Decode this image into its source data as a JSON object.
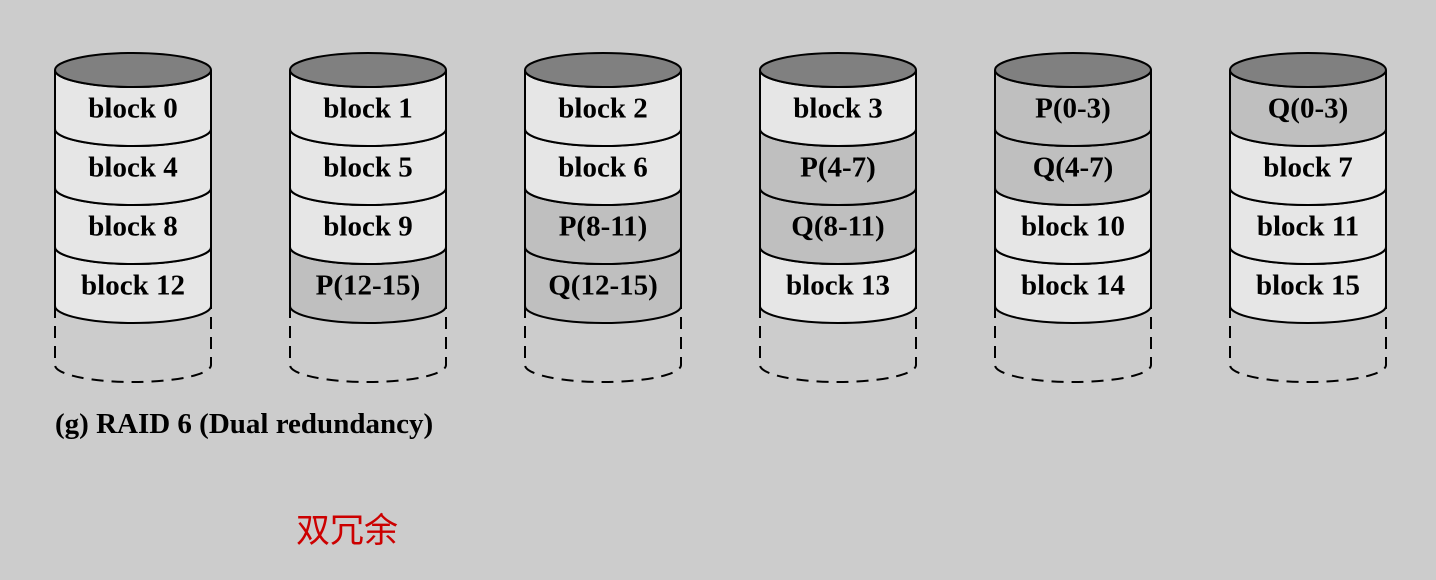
{
  "title": "(g) RAID 6 (Dual redundancy)",
  "note": "双冗余",
  "colors": {
    "background": "#cccccc",
    "data_block": "#e6e6e6",
    "parity_block": "#bfbfbf",
    "disk_top": "#808080",
    "stroke": "#000000",
    "note": "#cc0000"
  },
  "disks": [
    {
      "name": "disk-0",
      "blocks": [
        {
          "label": "block 0",
          "kind": "data"
        },
        {
          "label": "block 4",
          "kind": "data"
        },
        {
          "label": "block 8",
          "kind": "data"
        },
        {
          "label": "block 12",
          "kind": "data"
        }
      ]
    },
    {
      "name": "disk-1",
      "blocks": [
        {
          "label": "block 1",
          "kind": "data"
        },
        {
          "label": "block 5",
          "kind": "data"
        },
        {
          "label": "block 9",
          "kind": "data"
        },
        {
          "label": "P(12-15)",
          "kind": "parity"
        }
      ]
    },
    {
      "name": "disk-2",
      "blocks": [
        {
          "label": "block 2",
          "kind": "data"
        },
        {
          "label": "block 6",
          "kind": "data"
        },
        {
          "label": "P(8-11)",
          "kind": "parity"
        },
        {
          "label": "Q(12-15)",
          "kind": "parity"
        }
      ]
    },
    {
      "name": "disk-3",
      "blocks": [
        {
          "label": "block 3",
          "kind": "data"
        },
        {
          "label": "P(4-7)",
          "kind": "parity"
        },
        {
          "label": "Q(8-11)",
          "kind": "parity"
        },
        {
          "label": "block 13",
          "kind": "data"
        }
      ]
    },
    {
      "name": "disk-4",
      "blocks": [
        {
          "label": "P(0-3)",
          "kind": "parity"
        },
        {
          "label": "Q(4-7)",
          "kind": "parity"
        },
        {
          "label": "block 10",
          "kind": "data"
        },
        {
          "label": "block 14",
          "kind": "data"
        }
      ]
    },
    {
      "name": "disk-5",
      "blocks": [
        {
          "label": "Q(0-3)",
          "kind": "parity"
        },
        {
          "label": "block 7",
          "kind": "data"
        },
        {
          "label": "block 11",
          "kind": "data"
        },
        {
          "label": "block 15",
          "kind": "data"
        }
      ]
    }
  ]
}
